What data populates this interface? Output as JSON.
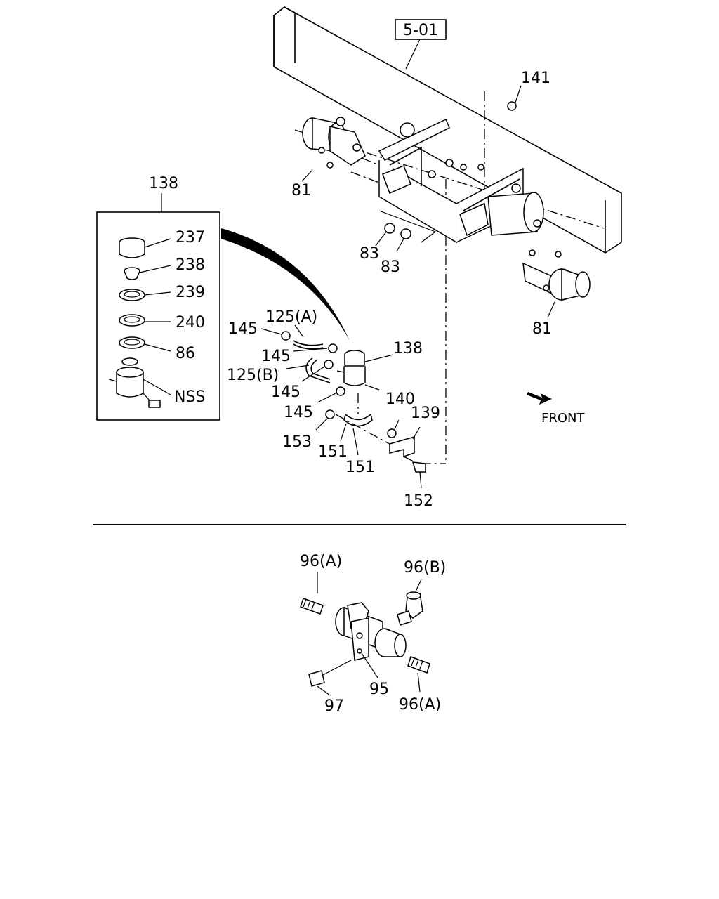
{
  "reference": {
    "text": "5-01"
  },
  "labels": {
    "l141": "141",
    "l81a": "81",
    "l81b": "81",
    "l83a": "83",
    "l83b": "83",
    "l138a": "138",
    "l138b": "138",
    "l237": "237",
    "l238": "238",
    "l239": "239",
    "l240": "240",
    "l86": "86",
    "lnss": "NSS",
    "l125a": "125(A)",
    "l125b": "125(B)",
    "l145a": "145",
    "l145b": "145",
    "l145c": "145",
    "l145d": "145",
    "l140": "140",
    "l139": "139",
    "l153": "153",
    "l151a": "151",
    "l151b": "151",
    "l152": "152",
    "lfront": "FRONT",
    "l96a1": "96(A)",
    "l96b": "96(B)",
    "l96a2": "96(A)",
    "l95": "95",
    "l97": "97"
  },
  "icons": {
    "front_arrow": "front-arrow-icon"
  }
}
